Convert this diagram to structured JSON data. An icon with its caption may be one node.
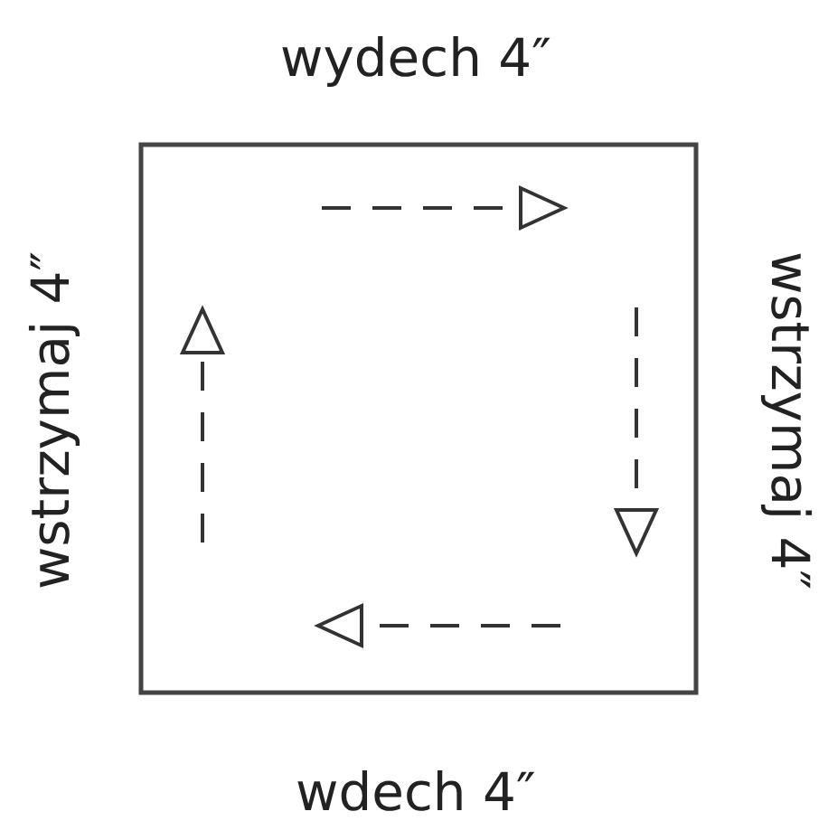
{
  "diagram": {
    "labels": [
      "wydech 4″",
      "wstrzymaj 4″",
      "wstrzymaj 4″",
      "wdech 4″"
    ]
  }
}
